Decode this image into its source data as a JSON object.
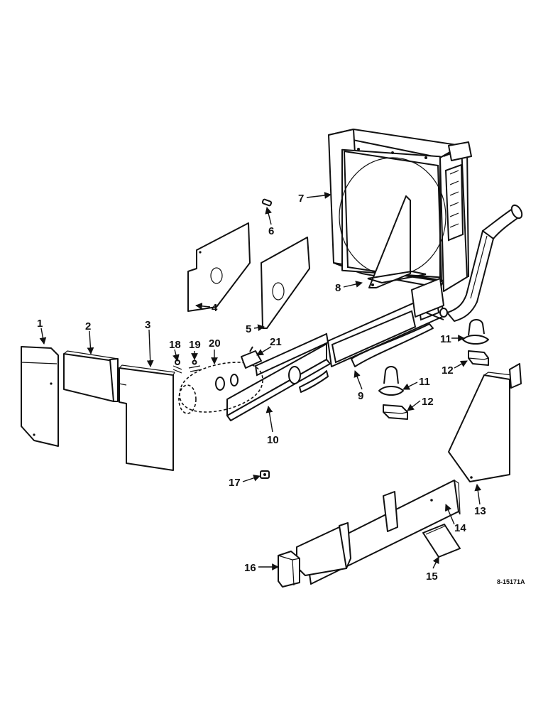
{
  "drawing_code": "8-15171A",
  "callouts": [
    {
      "id": "c1",
      "label": "1"
    },
    {
      "id": "c2",
      "label": "2"
    },
    {
      "id": "c3",
      "label": "3"
    },
    {
      "id": "c4",
      "label": "4"
    },
    {
      "id": "c5",
      "label": "5"
    },
    {
      "id": "c6",
      "label": "6"
    },
    {
      "id": "c7",
      "label": "7"
    },
    {
      "id": "c8",
      "label": "8"
    },
    {
      "id": "c9",
      "label": "9"
    },
    {
      "id": "c10",
      "label": "10"
    },
    {
      "id": "c11a",
      "label": "11"
    },
    {
      "id": "c11b",
      "label": "11"
    },
    {
      "id": "c12a",
      "label": "12"
    },
    {
      "id": "c12b",
      "label": "12"
    },
    {
      "id": "c13",
      "label": "13"
    },
    {
      "id": "c14",
      "label": "14"
    },
    {
      "id": "c15",
      "label": "15"
    },
    {
      "id": "c16",
      "label": "16"
    },
    {
      "id": "c17",
      "label": "17"
    },
    {
      "id": "c18",
      "label": "18"
    },
    {
      "id": "c19",
      "label": "19"
    },
    {
      "id": "c20",
      "label": "20"
    },
    {
      "id": "c21",
      "label": "21"
    }
  ]
}
